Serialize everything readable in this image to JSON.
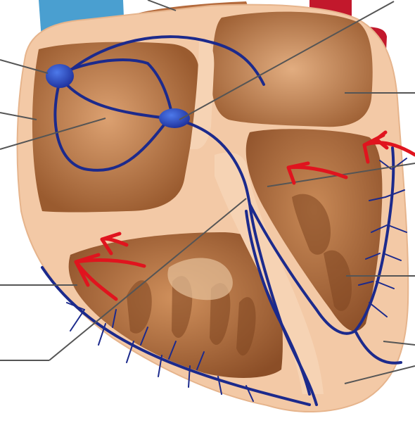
{
  "diagram": {
    "kind": "heart-conduction-system-cross-section",
    "label_text": [],
    "colors": {
      "background": "#ffffff",
      "pericardium": "#f3c9a6",
      "chamber_wall": "#b06a3a",
      "chamber_light": "#d99b68",
      "chamber_dark": "#8f5128",
      "septum": "#f6d3b4",
      "conduction": "#1c2a8c",
      "node": "#2a4cc8",
      "aorta": "#c2182c",
      "vena_cava": "#4a9fd0",
      "leader_line": "#555555",
      "annotation_arrow": "#e0141e"
    },
    "annotation_arrows": [
      {
        "name": "arrow-left-ventricle-upper-a"
      },
      {
        "name": "arrow-left-ventricle-upper-b"
      },
      {
        "name": "arrow-right-ventricle-a"
      },
      {
        "name": "arrow-right-ventricle-b"
      },
      {
        "name": "arrow-right-ventricle-c"
      }
    ],
    "leader_lines": [
      {
        "name": "leader-sa-node"
      },
      {
        "name": "leader-right-atrium-wall"
      },
      {
        "name": "leader-internodal-pathway"
      },
      {
        "name": "leader-av-node"
      },
      {
        "name": "leader-left-atrium"
      },
      {
        "name": "leader-bundle-of-his"
      },
      {
        "name": "leader-left-bundle-branch"
      },
      {
        "name": "leader-right-ventricle"
      },
      {
        "name": "leader-purkinje-fibers-left"
      },
      {
        "name": "leader-apex-right"
      },
      {
        "name": "leader-bundle-branch-lower"
      },
      {
        "name": "leader-top-vessel"
      }
    ]
  }
}
